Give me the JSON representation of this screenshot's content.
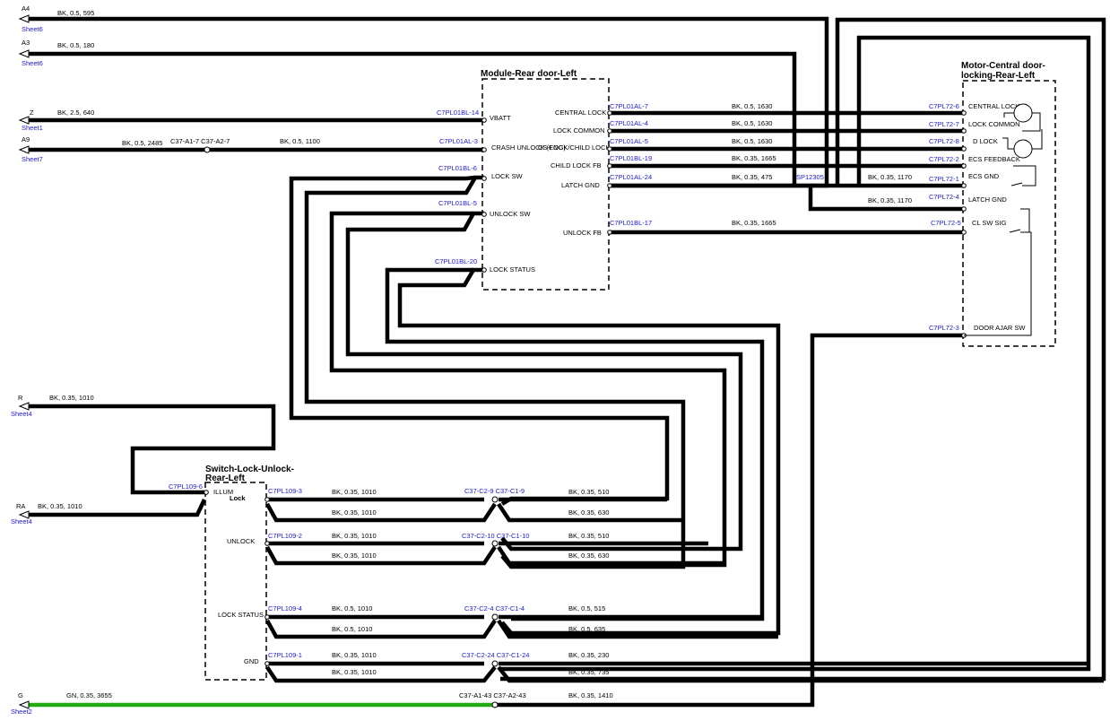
{
  "colors": {
    "wire": "#000000",
    "wire_green": "#22aa11",
    "connector_text": "#1a1ad0"
  },
  "offsheet": [
    {
      "id": "A4",
      "sheet": "Sheet6",
      "spec": "BK,  0.5,  595"
    },
    {
      "id": "A3",
      "sheet": "Sheet6",
      "spec": "BK,  0.5,  180"
    },
    {
      "id": "Z",
      "sheet": "Sheet1",
      "spec": "BK,  2.5,  640"
    },
    {
      "id": "A9",
      "sheet": "Sheet7",
      "spec": "BK,  0.5,  2485",
      "spec2": "BK,  0.5,  1100",
      "splice": "C37-A1-7  C37-A2-7"
    },
    {
      "id": "R",
      "sheet": "Sheet4",
      "spec": "BK,  0.35,  1010"
    },
    {
      "id": "RA",
      "sheet": "Sheet4",
      "spec": "BK,  0.35,  1010"
    },
    {
      "id": "G",
      "sheet": "Sheet2",
      "spec": "GN,  0.35,  3655",
      "splice": "C37-A1-43  C37-A2-43",
      "spec2": "BK,  0.35,  1410"
    }
  ],
  "module": {
    "title": "Module-Rear door-Left",
    "left_pins": [
      {
        "conn": "C7PL01BL-14",
        "label": "VBATT"
      },
      {
        "conn": "C7PL01AL-3",
        "label": "CRASH UNLOCK (ENG)"
      },
      {
        "conn": "C7PL01BL-6",
        "label": "LOCK SW"
      },
      {
        "conn": "C7PL01BL-5",
        "label": "UNLOCK SW"
      },
      {
        "conn": "C7PL01BL-20",
        "label": "LOCK STATUS"
      }
    ],
    "right_pins": [
      {
        "conn": "C7PL01AL-7",
        "label": "CENTRAL LOCK",
        "spec": "BK,  0.5,  1630"
      },
      {
        "conn": "C7PL01AL-4",
        "label": "LOCK COMMON",
        "spec": "BK,  0.5,  1630"
      },
      {
        "conn": "C7PL01AL-5",
        "label": "CS-LOCK/CHILD LOCK",
        "spec": "BK,  0.5,  1630"
      },
      {
        "conn": "C7PL01BL-19",
        "label": "CHILD LOCK FB",
        "spec": "BK,  0.35,  1665"
      },
      {
        "conn": "C7PL01AL-24",
        "label": "LATCH GND",
        "spec": "BK,  0.35,  475"
      },
      {
        "conn": "C7PL01BL-17",
        "label": "UNLOCK FB",
        "spec": "BK,  0.35,  1665"
      }
    ]
  },
  "splice_point": {
    "label": "SP12305",
    "spec_a": "BK,  0.35,  1170",
    "spec_b": "BK,  0.35,  1170"
  },
  "motor": {
    "title_line1": "Motor-Central door-",
    "title_line2": "locking-Rear-Left",
    "pins": [
      {
        "conn": "C7PL72-6",
        "label": "CENTRAL LOCK"
      },
      {
        "conn": "C7PL72-7",
        "label": "LOCK COMMON"
      },
      {
        "conn": "C7PL72-8",
        "label": "D LOCK"
      },
      {
        "conn": "C7PL72-2",
        "label": "ECS FEEDBACK"
      },
      {
        "conn": "C7PL72-1",
        "label": "ECS GND"
      },
      {
        "conn": "C7PL72-4",
        "label": "LATCH GND"
      },
      {
        "conn": "C7PL72-5",
        "label": "CL SW SIG"
      },
      {
        "conn": "C7PL72-3",
        "label": "DOOR AJAR SW"
      }
    ]
  },
  "switch": {
    "title_line1": "Switch-Lock-Unlock-",
    "title_line2": "Rear-Left",
    "illum_conn": "C7PL109-6",
    "illum_label": "ILLUM",
    "lock_label": "Lock",
    "rows": [
      {
        "label": "",
        "conn": "C7PL109-3",
        "spec_l1": "BK,  0.35,  1010",
        "spec_l2": "BK,  0.35,  1010",
        "inline": "C37-C2-9   C37-C1-9",
        "spec_r1": "BK,  0.35,  510",
        "spec_r2": "BK,  0.35,  630"
      },
      {
        "label": "UNLOCK",
        "conn": "C7PL109-2",
        "spec_l1": "BK,  0.35,  1010",
        "spec_l2": "BK,  0.35,  1010",
        "inline": "C37-C2-10  C37-C1-10",
        "spec_r1": "BK,  0.35,  510",
        "spec_r2": "BK,  0.35,  630"
      },
      {
        "label": "LOCK STATUS",
        "conn": "C7PL109-4",
        "spec_l1": "BK,  0.5,  1010",
        "spec_l2": "BK,  0.5,  1010",
        "inline": "C37-C2-4   C37-C1-4",
        "spec_r1": "BK,  0.5,  515",
        "spec_r2": "BK,  0.5,  635"
      },
      {
        "label": "GND",
        "conn": "C7PL109-1",
        "spec_l1": "BK,  0.35,  1010",
        "spec_l2": "BK,  0.35,  1010",
        "inline": "C37-C2-24  C37-C1-24",
        "spec_r1": "BK,  0.35,  230",
        "spec_r2": "BK,  0.35,  735"
      }
    ]
  }
}
